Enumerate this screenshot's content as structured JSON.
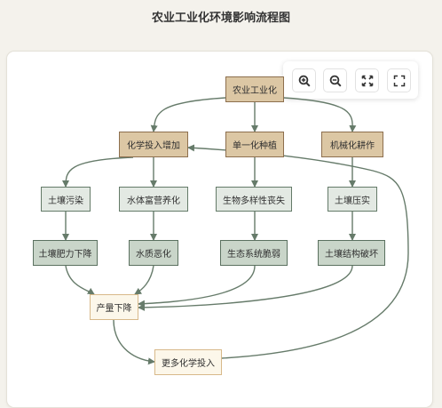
{
  "page": {
    "title": "农业工业化环境影响流程图"
  },
  "toolbar": {
    "buttons": [
      {
        "name": "zoom-in-button",
        "icon": "zoom-in-icon"
      },
      {
        "name": "zoom-out-button",
        "icon": "zoom-out-icon"
      },
      {
        "name": "fit-view-button",
        "icon": "fit-view-icon"
      },
      {
        "name": "fullscreen-button",
        "icon": "fullscreen-icon"
      }
    ]
  },
  "diagram": {
    "nodes": {
      "root": "农业工业化",
      "chem": "化学投入增加",
      "mono": "单一化种植",
      "mech": "机械化耕作",
      "soilpol": "土壤污染",
      "eutro": "水体富营养化",
      "biodiv": "生物多样性丧失",
      "compact": "土壤压实",
      "fert": "土壤肥力下降",
      "water": "水质恶化",
      "eco": "生态系统脆弱",
      "struct": "土壤结构破坏",
      "yield": "产量下降",
      "more": "更多化学投入"
    },
    "edges": [
      [
        "root",
        "chem"
      ],
      [
        "root",
        "mono"
      ],
      [
        "root",
        "mech"
      ],
      [
        "chem",
        "soilpol"
      ],
      [
        "chem",
        "eutro"
      ],
      [
        "mono",
        "biodiv"
      ],
      [
        "mech",
        "compact"
      ],
      [
        "soilpol",
        "fert"
      ],
      [
        "eutro",
        "water"
      ],
      [
        "biodiv",
        "eco"
      ],
      [
        "compact",
        "struct"
      ],
      [
        "fert",
        "yield"
      ],
      [
        "water",
        "yield"
      ],
      [
        "eco",
        "yield"
      ],
      [
        "struct",
        "yield"
      ],
      [
        "yield",
        "more"
      ],
      [
        "more",
        "chem"
      ]
    ],
    "colors": {
      "edge": "#667b6a",
      "top_fill": "#dcc7a4",
      "mid_fill": "#e3e9e3",
      "low_fill": "#c9d5c9",
      "out_fill": "#fcf7ea"
    }
  }
}
